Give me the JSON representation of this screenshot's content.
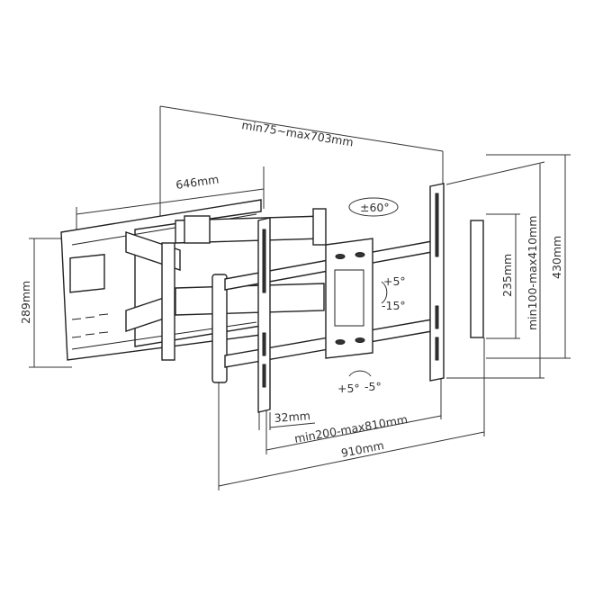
{
  "labels": {
    "swing_extension": "min75~max703mm",
    "wall_plate_width": "646mm",
    "swivel": "±60°",
    "wall_plate_height": "289mm",
    "tilt_up": "+5°",
    "tilt_down": "-15°",
    "bracket_inner_height": "235mm",
    "vesa_vertical": "min100-max410mm",
    "bracket_height": "430mm",
    "level_plus": "+5°",
    "level_minus": "-5°",
    "rail_width": "32mm",
    "vesa_horizontal": "min200-max810mm",
    "total_width": "910mm"
  }
}
